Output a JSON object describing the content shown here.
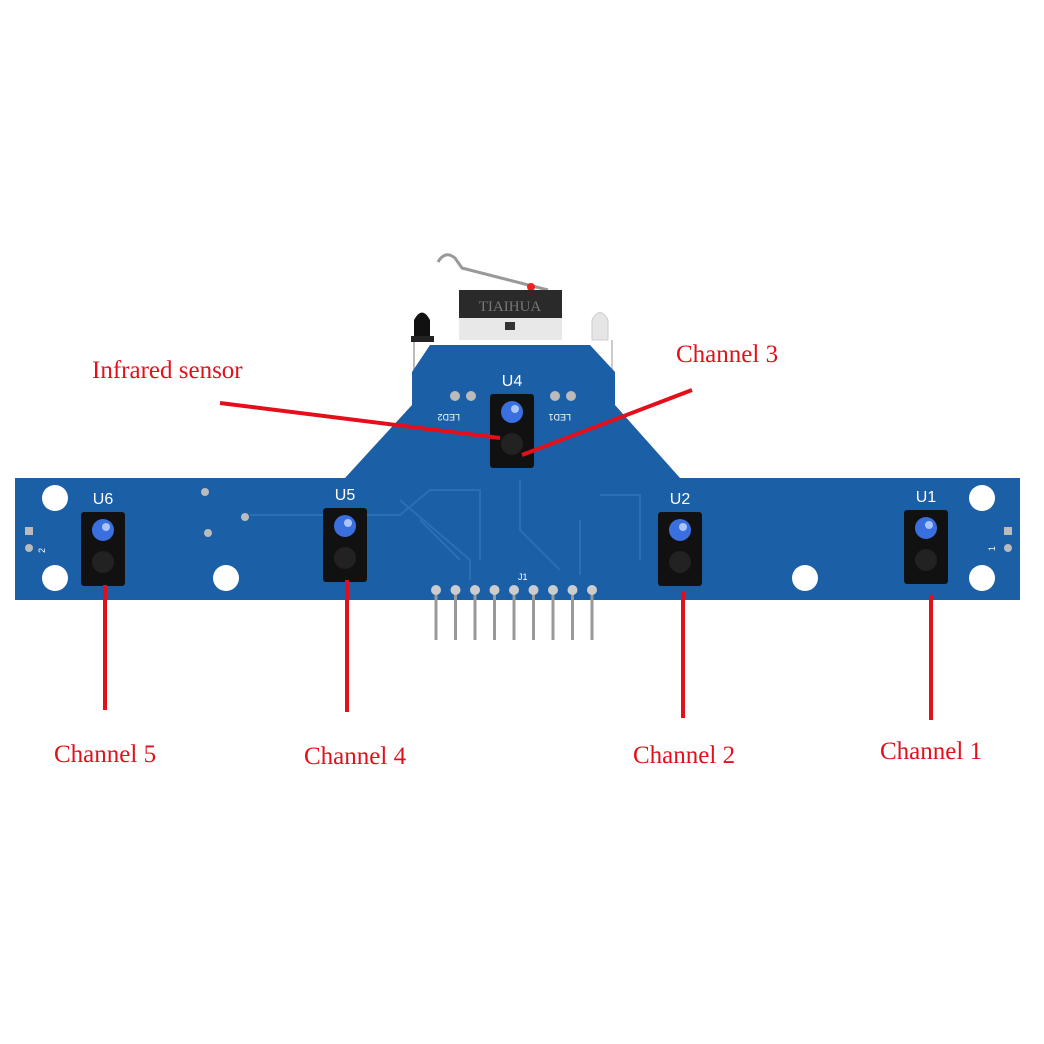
{
  "colors": {
    "board": "#1b5fa6",
    "annotation": "#e3101c",
    "background": "#ffffff"
  },
  "board": {
    "switch_brand": "TIAIHUA",
    "sensor_labels": [
      "U1",
      "U2",
      "U4",
      "U5",
      "U6"
    ],
    "led_labels": [
      "LED1",
      "LED2"
    ],
    "header_label": "J1",
    "pin_labels": [
      "1",
      "2"
    ]
  },
  "annotations": {
    "infrared_sensor": "Infrared sensor",
    "channel_1": "Channel 1",
    "channel_2": "Channel 2",
    "channel_3": "Channel 3",
    "channel_4": "Channel 4",
    "channel_5": "Channel 5"
  }
}
